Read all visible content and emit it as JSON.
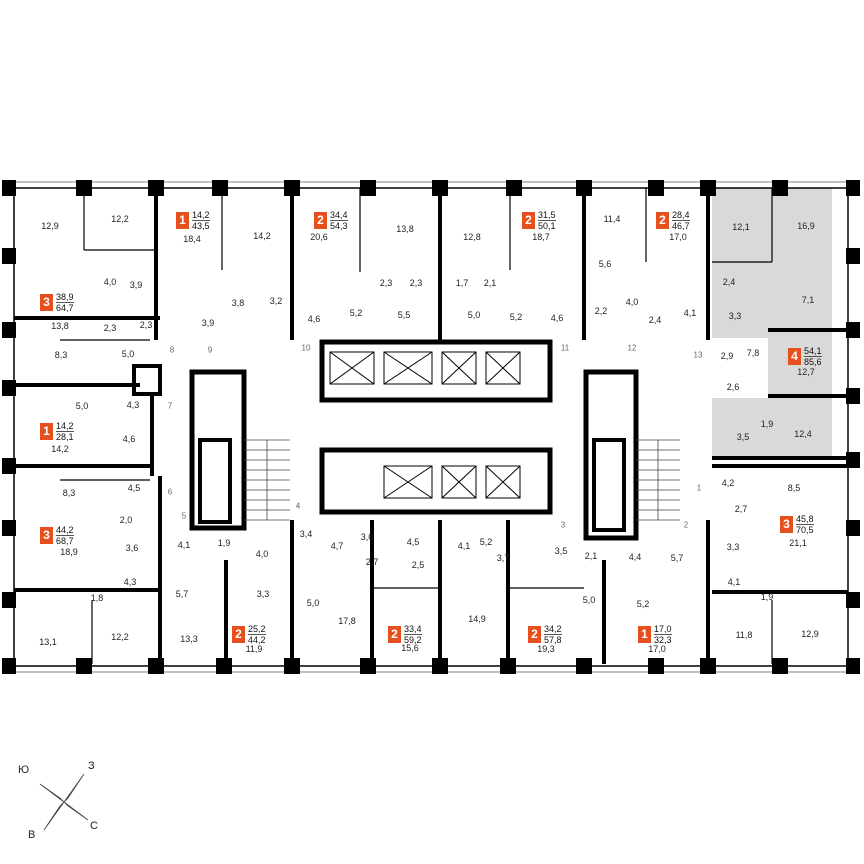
{
  "apartments": [
    {
      "id": "a1",
      "rooms": "1",
      "living": "14,2",
      "total": "43,5"
    },
    {
      "id": "a2",
      "rooms": "2",
      "living": "34,4",
      "total": "54,3"
    },
    {
      "id": "a3",
      "rooms": "2",
      "living": "31,5",
      "total": "50,1"
    },
    {
      "id": "a4",
      "rooms": "2",
      "living": "28,4",
      "total": "46,7"
    },
    {
      "id": "a5",
      "rooms": "3",
      "living": "38,9",
      "total": "64,7"
    },
    {
      "id": "a6",
      "rooms": "1",
      "living": "14,2",
      "total": "28,1"
    },
    {
      "id": "a7",
      "rooms": "3",
      "living": "44,2",
      "total": "68,7"
    },
    {
      "id": "a8",
      "rooms": "4",
      "living": "54,1",
      "total": "85,6"
    },
    {
      "id": "a9",
      "rooms": "3",
      "living": "45,8",
      "total": "70,5"
    },
    {
      "id": "a10",
      "rooms": "2",
      "living": "25,2",
      "total": "44,2"
    },
    {
      "id": "a11",
      "rooms": "2",
      "living": "33,4",
      "total": "59,2"
    },
    {
      "id": "a12",
      "rooms": "2",
      "living": "34,2",
      "total": "57,8"
    },
    {
      "id": "a13",
      "rooms": "1",
      "living": "17,0",
      "total": "32,3"
    }
  ],
  "room_areas": [
    "12,9",
    "12,2",
    "14,2",
    "13,8",
    "12,8",
    "11,4",
    "12,1",
    "16,9",
    "18,4",
    "20,6",
    "18,7",
    "17,0",
    "4,0",
    "3,9",
    "3,8",
    "3,2",
    "5,6",
    "2,4",
    "2,3",
    "2,3",
    "1,7",
    "2,1",
    "4,6",
    "5,2",
    "5,5",
    "5,0",
    "5,2",
    "4,6",
    "2,2",
    "4,0",
    "2,4",
    "4,1",
    "3,3",
    "7,1",
    "13,8",
    "2,3",
    "2,3",
    "3,9",
    "8,3",
    "5,0",
    "2,9",
    "7,8",
    "12,7",
    "5,0",
    "4,3",
    "2,6",
    "14,2",
    "4,6",
    "3,5",
    "1,9",
    "12,4",
    "8,3",
    "4,5",
    "4,2",
    "8,5",
    "2,0",
    "2,7",
    "18,9",
    "3,6",
    "4,1",
    "1,9",
    "4,0",
    "3,4",
    "3,0",
    "4,5",
    "4,7",
    "4,1",
    "5,2",
    "3,7",
    "3,5",
    "2,1",
    "4,4",
    "5,7",
    "3,3",
    "21,1",
    "4,3",
    "2,7",
    "2,5",
    "5,7",
    "3,3",
    "5,0",
    "5,0",
    "5,2",
    "4,1",
    "1,8",
    "1,9",
    "13,1",
    "12,2",
    "13,3",
    "11,9",
    "17,8",
    "15,6",
    "14,9",
    "19,3",
    "17,0",
    "11,8",
    "12,9"
  ],
  "entrance_numbers": [
    "8",
    "9",
    "10",
    "11",
    "12",
    "13",
    "7",
    "6",
    "5",
    "4",
    "3",
    "2",
    "1"
  ],
  "compass": {
    "south": "Ю",
    "west": "З",
    "east": "В",
    "north": "С"
  },
  "colors": {
    "badge": "#e5501c",
    "highlight": "#d9d9d9",
    "wall": "#000000"
  }
}
